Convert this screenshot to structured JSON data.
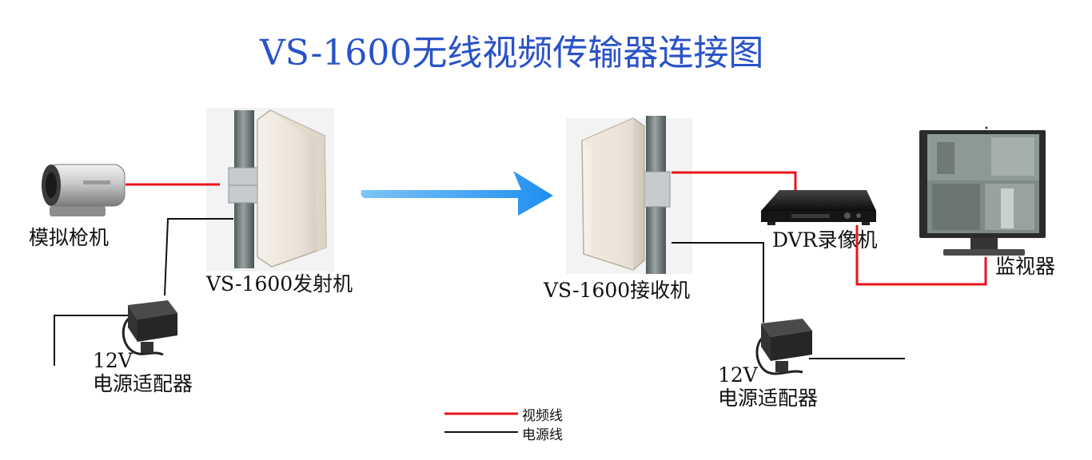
{
  "title": "VS-1600无线视频传输器连接图",
  "labels": {
    "camera": "模拟枪机",
    "transmitter": "VS-1600发射机",
    "receiver": "VS-1600接收机",
    "dvr": "DVR录像机",
    "monitor": "监视器",
    "adapter_left_voltage": "12V",
    "adapter_left_name": "电源适配器",
    "adapter_right_voltage": "12V",
    "adapter_right_name": "电源适配器"
  },
  "legend": {
    "video": "视频线",
    "power": "电源线"
  },
  "colors": {
    "title": "#2a52c8",
    "video_line": "#e8141b",
    "power_line": "#111111",
    "arrow": "#1e8ff0"
  }
}
